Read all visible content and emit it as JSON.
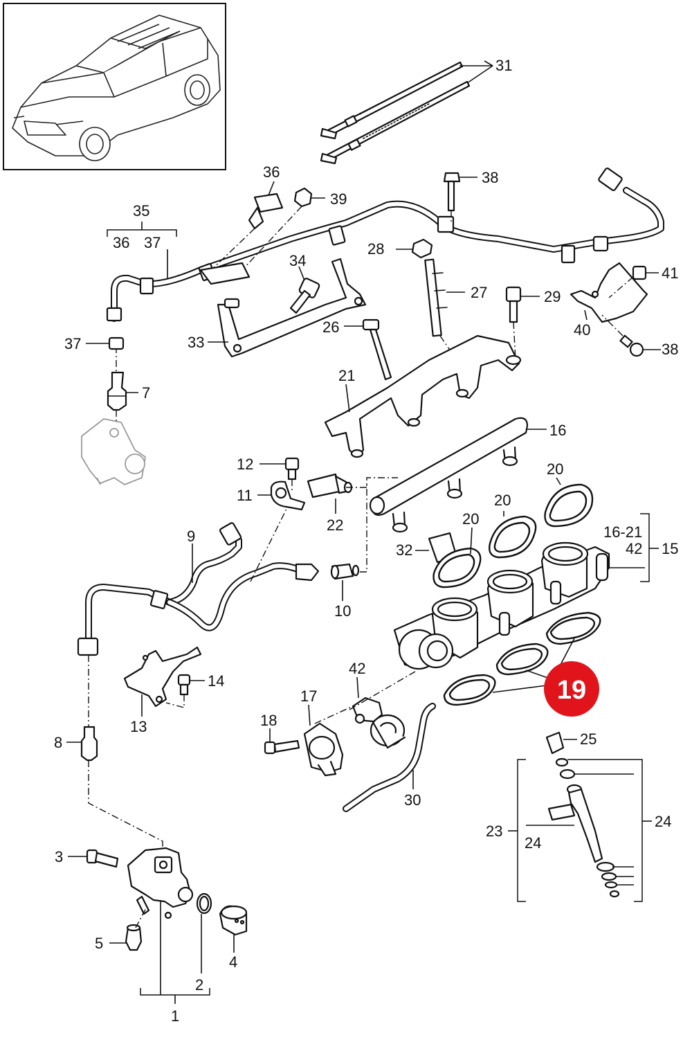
{
  "diagram": {
    "part_labels": [
      {
        "id": "31",
        "text": "31"
      },
      {
        "id": "36a",
        "text": "36"
      },
      {
        "id": "39",
        "text": "39"
      },
      {
        "id": "38a",
        "text": "38"
      },
      {
        "id": "35",
        "text": "35"
      },
      {
        "id": "36b",
        "text": "36"
      },
      {
        "id": "37a",
        "text": "37"
      },
      {
        "id": "34",
        "text": "34"
      },
      {
        "id": "28",
        "text": "28"
      },
      {
        "id": "41",
        "text": "41"
      },
      {
        "id": "27",
        "text": "27"
      },
      {
        "id": "29",
        "text": "29"
      },
      {
        "id": "37b",
        "text": "37"
      },
      {
        "id": "40",
        "text": "40"
      },
      {
        "id": "33",
        "text": "33"
      },
      {
        "id": "26",
        "text": "26"
      },
      {
        "id": "38b",
        "text": "38"
      },
      {
        "id": "7",
        "text": "7"
      },
      {
        "id": "21",
        "text": "21"
      },
      {
        "id": "16",
        "text": "16"
      },
      {
        "id": "12",
        "text": "12"
      },
      {
        "id": "20a",
        "text": "20"
      },
      {
        "id": "11",
        "text": "11"
      },
      {
        "id": "20b",
        "text": "20"
      },
      {
        "id": "22",
        "text": "22"
      },
      {
        "id": "9",
        "text": "9"
      },
      {
        "id": "20c",
        "text": "20"
      },
      {
        "id": "16-21",
        "text": "16-21"
      },
      {
        "id": "42a",
        "text": "42"
      },
      {
        "id": "15",
        "text": "15"
      },
      {
        "id": "32",
        "text": "32"
      },
      {
        "id": "10",
        "text": "10"
      },
      {
        "id": "14",
        "text": "14"
      },
      {
        "id": "42b",
        "text": "42"
      },
      {
        "id": "13",
        "text": "13"
      },
      {
        "id": "17",
        "text": "17"
      },
      {
        "id": "18",
        "text": "18"
      },
      {
        "id": "8",
        "text": "8"
      },
      {
        "id": "25",
        "text": "25"
      },
      {
        "id": "30",
        "text": "30"
      },
      {
        "id": "23",
        "text": "23"
      },
      {
        "id": "24a",
        "text": "24"
      },
      {
        "id": "24b",
        "text": "24"
      },
      {
        "id": "3",
        "text": "3"
      },
      {
        "id": "5",
        "text": "5"
      },
      {
        "id": "4",
        "text": "4"
      },
      {
        "id": "2",
        "text": "2"
      },
      {
        "id": "1",
        "text": "1"
      }
    ],
    "highlight": {
      "text": "19",
      "color": "#e1141b"
    }
  }
}
